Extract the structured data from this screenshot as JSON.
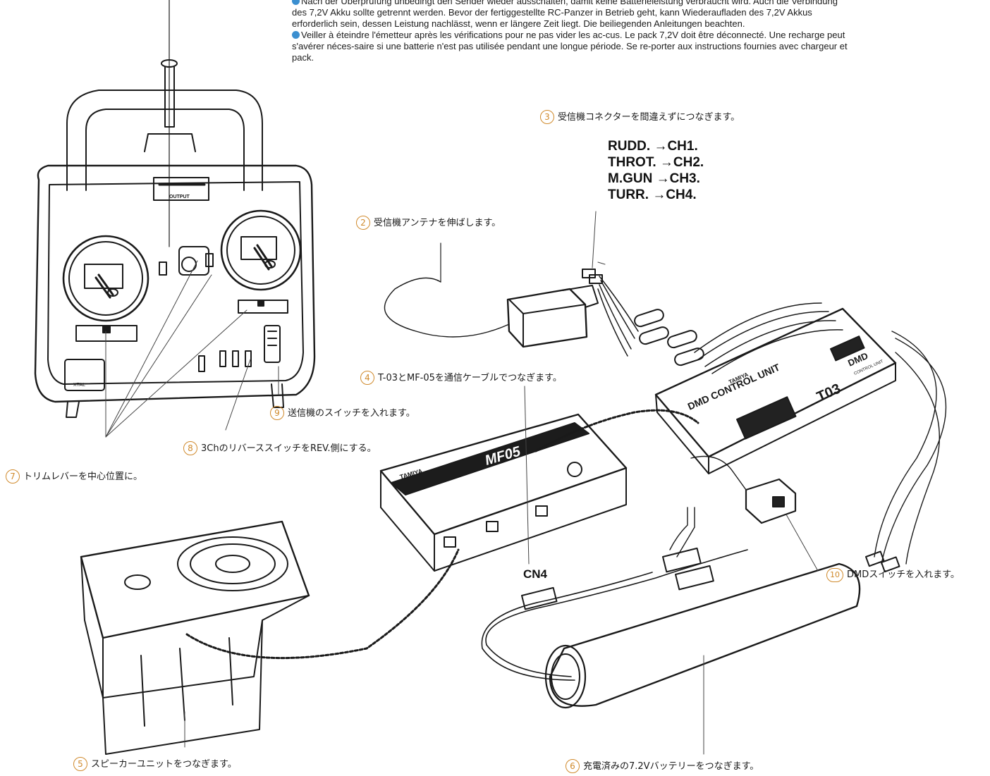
{
  "notes": {
    "de_1": "Nach der Überprüfung unbedingt den Sender wieder ausschalten, damit keine Batterieleistung verbraucht wird. Auch die Verbindung",
    "de_2": "des 7,2V Akku sollte getrennt werden. Bevor der fertiggestellte RC-Panzer in Betrieb geht, kann Wiederaufladen des 7,2V Akkus",
    "de_3": "erforderlich sein, dessen Leistung nachlässt, wenn er längere Zeit liegt. Die beiliegenden Anleitungen beachten.",
    "fr_1": "Veiller à éteindre l'émetteur après les vérifications pour ne pas vider les ac-cus. Le pack 7,2V doit être déconnecté. Une recharge peut",
    "fr_2": "s'avérer néces-saire si une batterie n'est pas utilisée pendant une longue période. Se re-porter aux instructions fournies avec chargeur et",
    "fr_3": "pack."
  },
  "steps": {
    "s2": {
      "num": "2",
      "text": "受信機アンテナを伸ばします。"
    },
    "s3": {
      "num": "3",
      "text": "受信機コネクターを間違えずにつなぎます。"
    },
    "s4": {
      "num": "4",
      "text": "T-03とMF-05を通信ケーブルでつなぎます。"
    },
    "s5": {
      "num": "5",
      "text": "スピーカーユニットをつなぎます。"
    },
    "s6": {
      "num": "6",
      "text": "充電済みの7.2Vバッテリーをつなぎます。"
    },
    "s7": {
      "num": "7",
      "text": "トリムレバーを中心位置に。"
    },
    "s8": {
      "num": "8",
      "text": "3ChのリバーススイッチをREV.側にする。"
    },
    "s9": {
      "num": "9",
      "text": "送信機のスイッチを入れます。"
    },
    "s10": {
      "num": "10",
      "text": "DMDスイッチを入れます。"
    }
  },
  "channel_map": {
    "rudd": "RUDD. →CH1.",
    "throt": "THROT. →CH2.",
    "mgun": "M.GUN →CH3.",
    "turr": "TURR. →CH4."
  },
  "labels": {
    "cn4": "CN4",
    "output": "OUTPUT",
    "xtal": "XTAL",
    "tamiya": "TAMIYA",
    "mf05": "MF05",
    "dmd_control_unit": "DMD CONTROL UNIT",
    "t03": "T03",
    "dmd": "DMD",
    "control_unit_small": "CONTROL UNIT"
  }
}
